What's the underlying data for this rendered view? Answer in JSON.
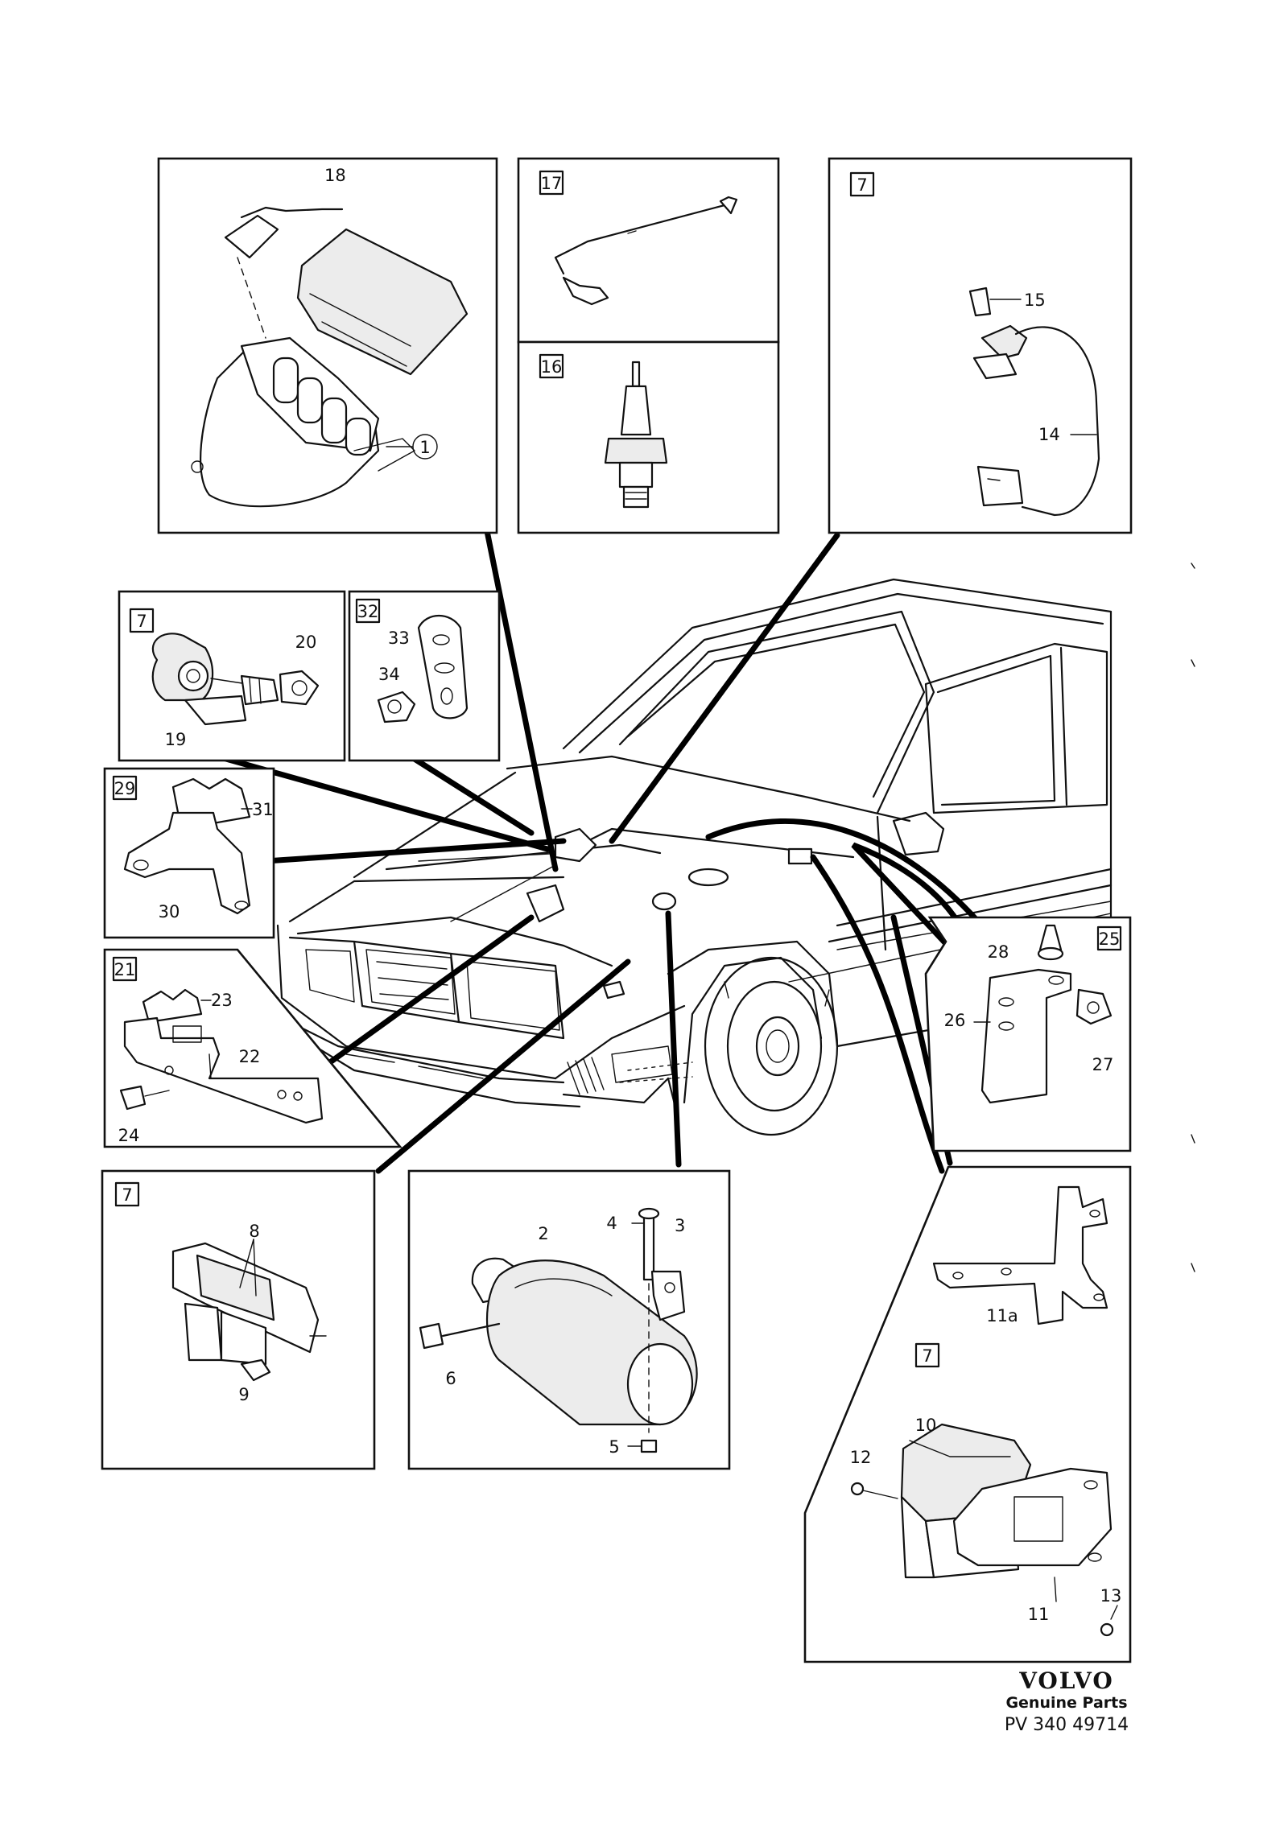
{
  "ref_tags": {
    "t17": "17",
    "t16": "16",
    "t7a": "7",
    "t7b": "7",
    "t32": "32",
    "t29": "29",
    "t21": "21",
    "t25": "25",
    "t7c": "7",
    "t7d": "7"
  },
  "callouts": {
    "c1": "1",
    "c2": "2",
    "c3": "3",
    "c4": "4",
    "c5": "5",
    "c6": "6",
    "c8": "8",
    "c9": "9",
    "c10": "10",
    "c11": "11",
    "c11a": "11a",
    "c12": "12",
    "c13": "13",
    "c14": "14",
    "c15": "15",
    "c18": "18",
    "c19": "19",
    "c20": "20",
    "c22": "22",
    "c23": "23",
    "c24": "24",
    "c26": "26",
    "c27": "27",
    "c28": "28",
    "c30": "30",
    "c31": "31",
    "c33": "33",
    "c34": "34"
  },
  "footer": {
    "brand": "VOLVO",
    "subtitle": "Genuine Parts",
    "code": "PV 340 49714"
  }
}
